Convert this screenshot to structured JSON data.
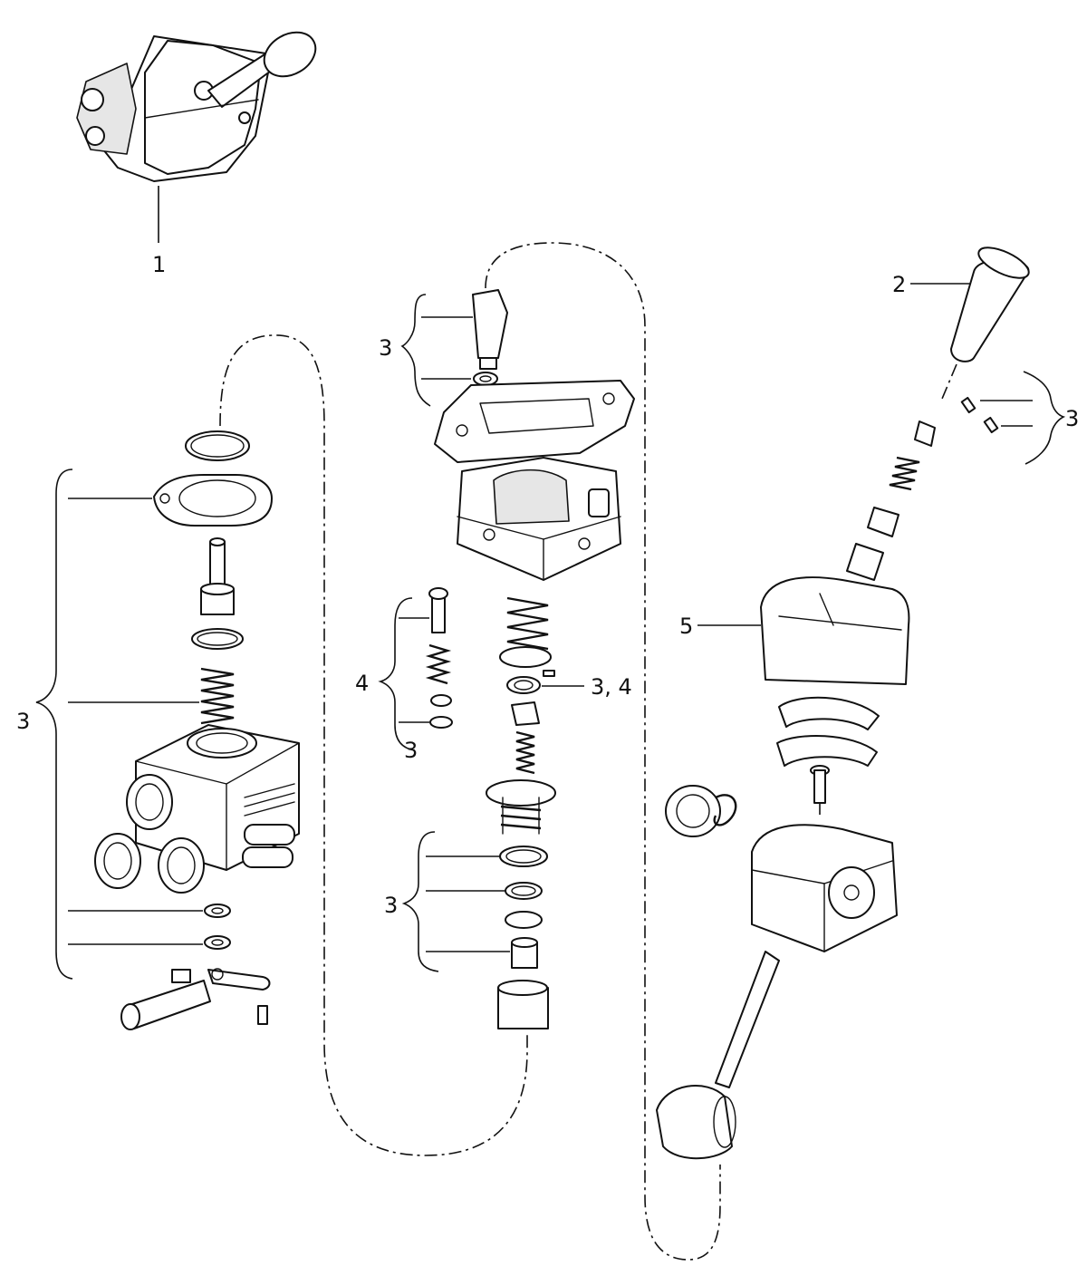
{
  "callouts": {
    "c1": "1",
    "c2": "2",
    "c3_upper_right": "3",
    "c3_left": "3",
    "c3_center_top": "3",
    "c34": "3, 4",
    "c4": "4",
    "c3_center_small": "3",
    "c3_center_bottom": "3",
    "c5": "5"
  }
}
